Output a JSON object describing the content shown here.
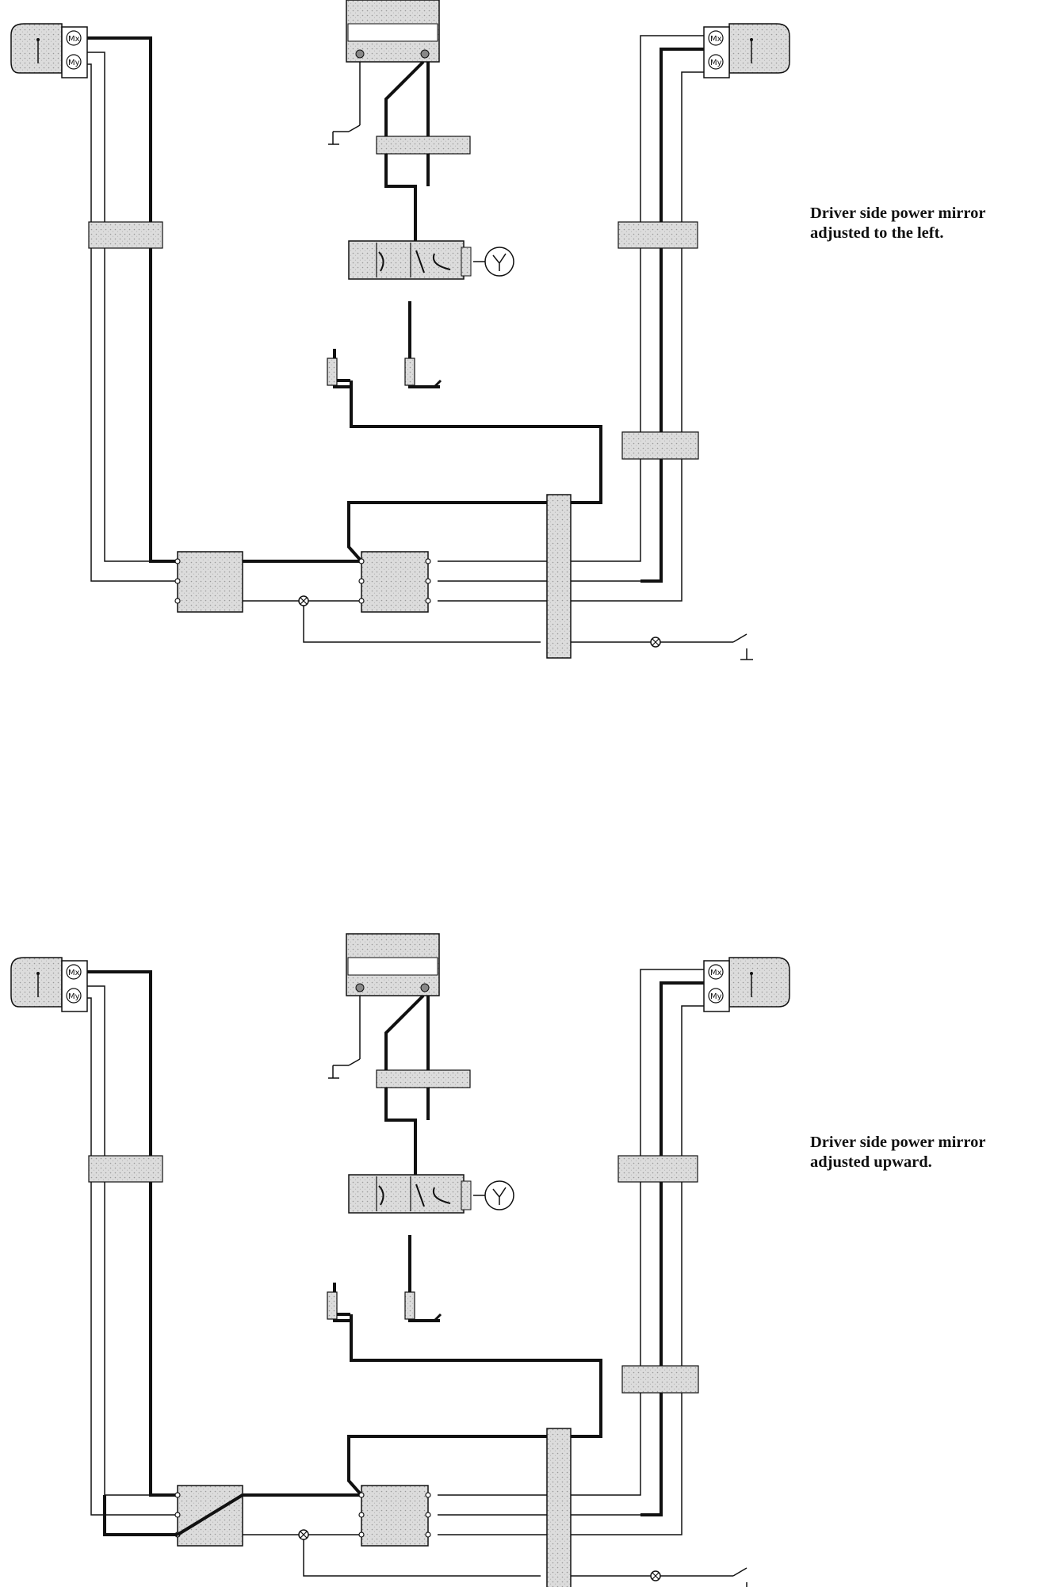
{
  "diagrams": [
    {
      "caption_line1": "Driver side power mirror",
      "caption_line2": "adjusted to the left.",
      "motor_x_label": "Mx",
      "motor_y_label": "My"
    },
    {
      "caption_line1": "Driver side power mirror",
      "caption_line2": "adjusted upward.",
      "motor_x_label": "Mx",
      "motor_y_label": "My"
    }
  ],
  "colors": {
    "line": "#111111",
    "component_fill": "#d8d8d8"
  }
}
